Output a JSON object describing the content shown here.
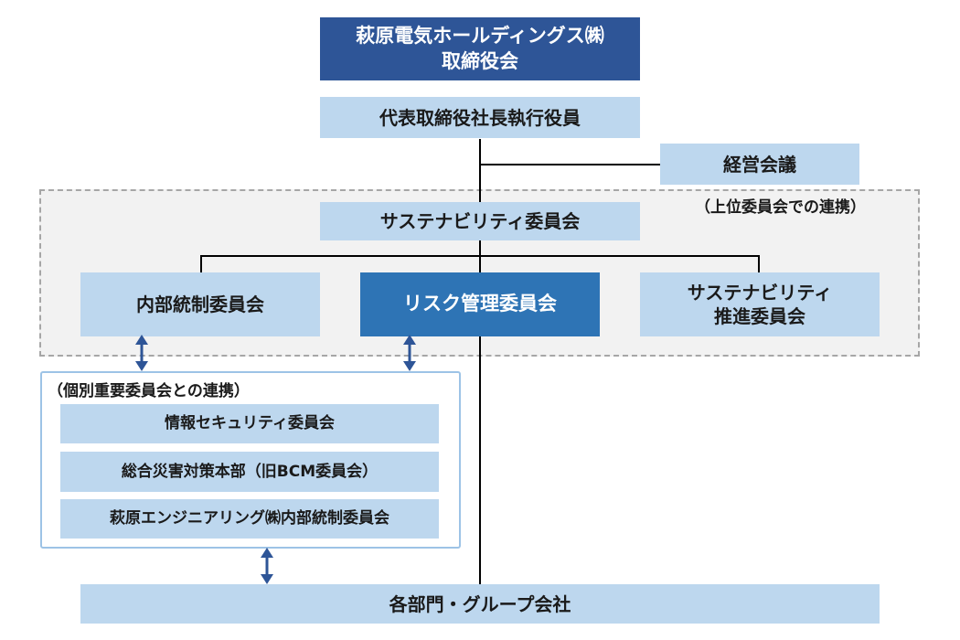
{
  "board": {
    "line1": "萩原電気ホールディングス㈱",
    "line2": "取締役会"
  },
  "ceo": "代表取締役社長執行役員",
  "management_meeting": "経営会議",
  "upper_link_note": "（上位委員会での連携）",
  "sustainability_committee": "サステナビリティ委員会",
  "internal_control_committee": "内部統制委員会",
  "risk_committee": "リスク管理委員会",
  "sustainability_promotion": {
    "line1": "サステナビリティ",
    "line2": "推進委員会"
  },
  "individual_link_note": "（個別重要委員会との連携）",
  "individual_committees": [
    "情報セキュリティ委員会",
    "総合災害対策本部（旧BCM委員会）",
    "萩原エンジニアリング㈱内部統制委員会"
  ],
  "departments": "各部門・グループ会社",
  "colors": {
    "dark": "#2e5597",
    "mid": "#2e74b5",
    "light": "#bdd7ee",
    "arrow": "#2e5597"
  }
}
